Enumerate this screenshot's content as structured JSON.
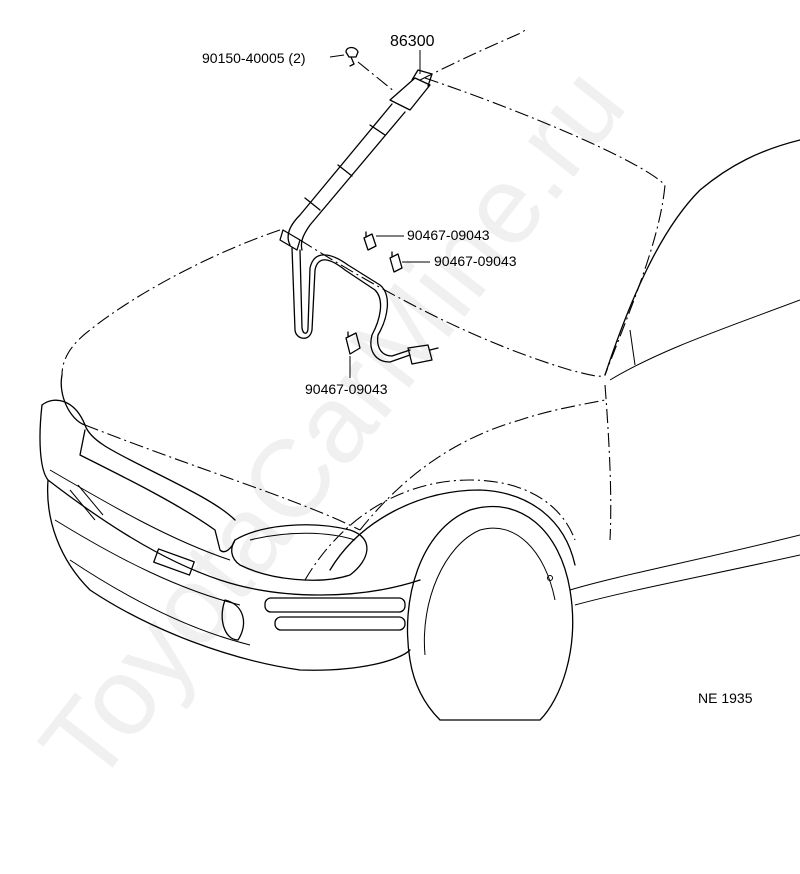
{
  "labels": {
    "antenna": "86300",
    "screw": "90150-40005 (2)",
    "clamp_1": "90467-09043",
    "clamp_2": "90467-09043",
    "clamp_3": "90467-09043",
    "figure_code": "NE 1935"
  },
  "watermark": "ToyotaCarMine.ru"
}
